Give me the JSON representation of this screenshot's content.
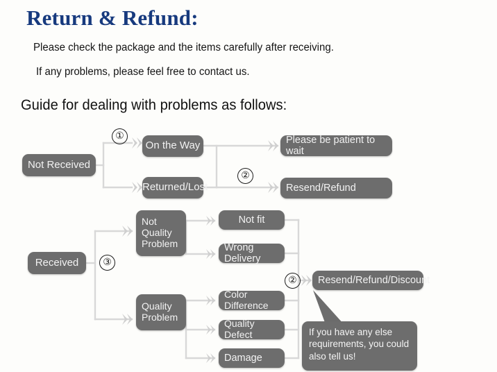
{
  "header": {
    "title": "Return & Refund:",
    "line1": "Please check the package and the items carefully after receiving.",
    "line2": "If any problems, please feel free to contact us.",
    "guide": "Guide for dealing with problems as follows:",
    "title_color": "#173a7e"
  },
  "colors": {
    "node_fill": "#6d6d6d",
    "node_text": "#f2f2f2",
    "wire": "#d6d6d6",
    "arrow": "#d0d0d0",
    "number_ink": "#1d1d1d"
  },
  "flow": {
    "not_received": {
      "root": "Not Received",
      "step": "①",
      "branches": [
        {
          "state": "On the Way",
          "outcome": "Please be patient to wait"
        },
        {
          "state": "Returned/Lost",
          "outcome": "Resend/Refund"
        }
      ],
      "outcome_step": "②"
    },
    "received": {
      "root": "Received",
      "step": "③",
      "groups": [
        {
          "label": "Not\nQuality\nProblem",
          "label_lines": [
            "Not",
            "Quality",
            "Problem"
          ],
          "reasons": [
            "Not fit",
            "Wrong Delivery"
          ]
        },
        {
          "label": "Quality\nProblem",
          "label_lines": [
            "Quality",
            "Problem"
          ],
          "reasons": [
            "Color Difference",
            "Quality Defect",
            "Damage"
          ]
        }
      ],
      "outcome_step": "②",
      "outcome": "Resend/Refund/Discount"
    }
  },
  "callout": {
    "line1": "If you have any else",
    "line2": "requirements, you could",
    "line3": "also tell us!"
  }
}
